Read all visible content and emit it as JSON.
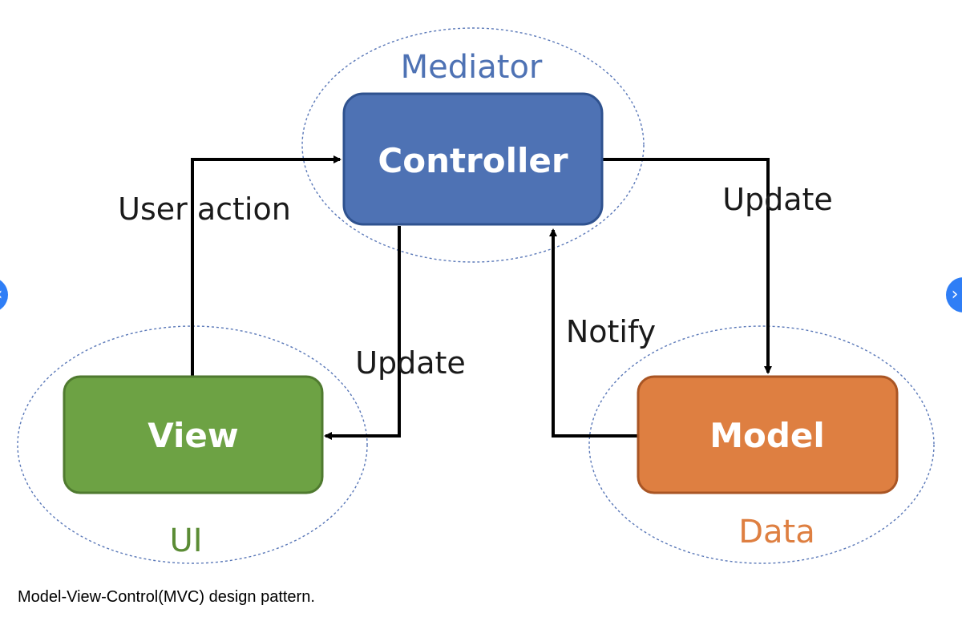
{
  "nodes": {
    "controller": {
      "label": "Controller",
      "fill": "#4e72b4",
      "stroke": "#2f528f"
    },
    "view": {
      "label": "View",
      "fill": "#6da244",
      "stroke": "#4f7a2f"
    },
    "model": {
      "label": "Model",
      "fill": "#de7f41",
      "stroke": "#a95524"
    }
  },
  "groups": {
    "mediator": {
      "label": "Mediator",
      "color": "#4e72b4"
    },
    "ui": {
      "label": "UI",
      "color": "#5b8c35"
    },
    "data": {
      "label": "Data",
      "color": "#de7f41"
    }
  },
  "edges": {
    "user_action": "User action",
    "update_model": "Update",
    "update_view": "Update",
    "notify": "Notify"
  },
  "caption": "Model-View-Control(MVC) design pattern.",
  "colors": {
    "ellipse_outline": "#5a78b8",
    "arrow": "#000000",
    "nav_button": "#2f7ef6"
  },
  "icons": {
    "prev": "chevron-left-icon",
    "next": "chevron-right-icon"
  }
}
